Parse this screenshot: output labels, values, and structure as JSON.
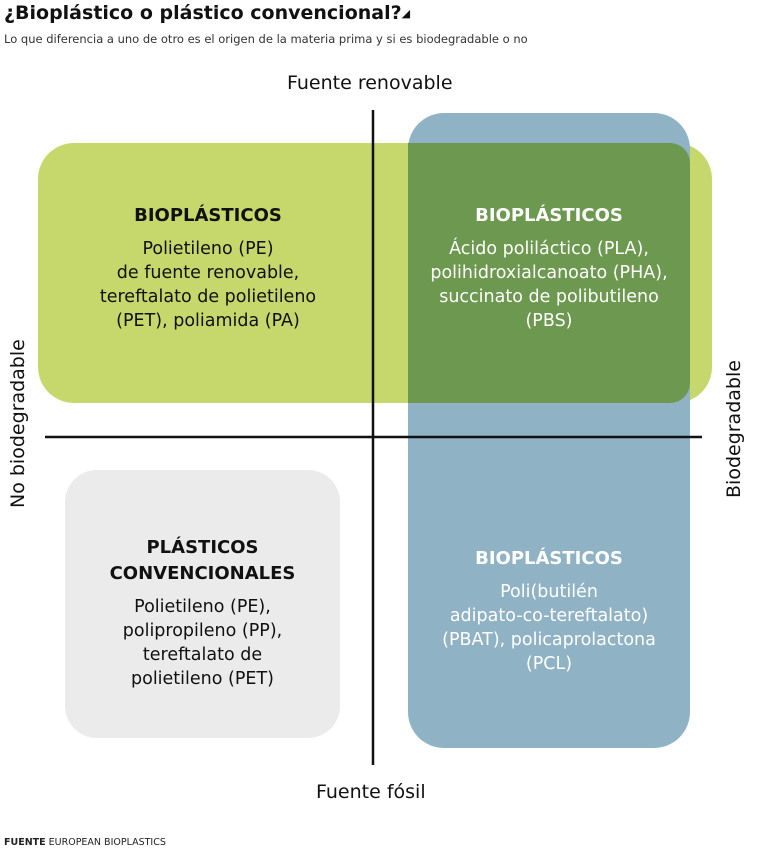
{
  "header": {
    "title": "¿Bioplástico o plástico convencional?",
    "title_icon": "triangle-icon",
    "subtitle": "Lo que diferencia a uno de otro es el origen de la materia prima y si es biodegradable o no"
  },
  "axes": {
    "top": "Fuente renovable",
    "bottom": "Fuente fósil",
    "left": "No biodegradable",
    "right": "Biodegradable"
  },
  "quadrants": {
    "top_left": {
      "title": "BIOPLÁSTICOS",
      "lines": [
        "Polietileno (PE)",
        "de fuente renovable,",
        "tereftalato de polietileno",
        "(PET), poliamida (PA)"
      ]
    },
    "top_right": {
      "title": "BIOPLÁSTICOS",
      "lines": [
        "Ácido poliláctico (PLA),",
        "polihidroxialcanoato (PHA),",
        "succinato de polibutileno",
        "(PBS)"
      ]
    },
    "bottom_left": {
      "title_lines": [
        "PLÁSTICOS",
        "CONVENCIONALES"
      ],
      "lines": [
        "Polietileno (PE),",
        "polipropileno (PP),",
        "tereftalato de",
        "polietileno (PET)"
      ]
    },
    "bottom_right": {
      "title": "BIOPLÁSTICOS",
      "lines": [
        "Poli(butilén",
        "adipato-co-tereftalato)",
        "(PBAT), policaprolactona",
        "(PCL)"
      ]
    }
  },
  "colors": {
    "renewable": "#c6d76b",
    "biodegradable": "#8fb2c5",
    "overlap": "#6c984f",
    "conventional": "#ebebeb"
  },
  "footer": {
    "source_label": "FUENTE",
    "source": "EUROPEAN BIOPLASTICS"
  }
}
